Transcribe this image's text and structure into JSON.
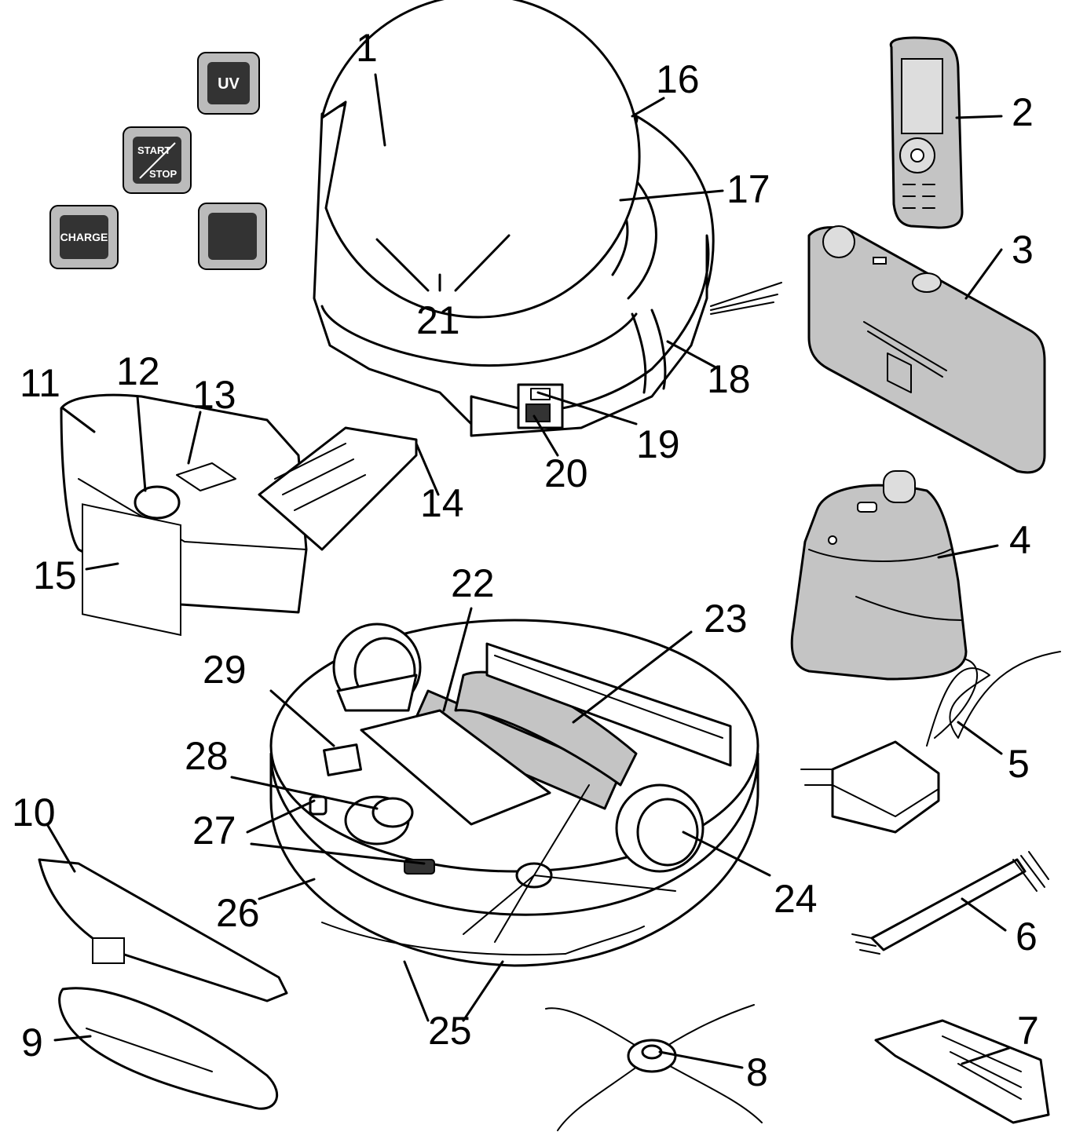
{
  "labels": {
    "l1": "1",
    "l2": "2",
    "l3": "3",
    "l4": "4",
    "l5": "5",
    "l6": "6",
    "l7": "7",
    "l8": "8",
    "l9": "9",
    "l10": "10",
    "l11": "11",
    "l12": "12",
    "l13": "13",
    "l14": "14",
    "l15": "15",
    "l16": "16",
    "l17": "17",
    "l18": "18",
    "l19": "19",
    "l20": "20",
    "l21": "21",
    "l22": "22",
    "l23": "23",
    "l24": "24",
    "l25": "25",
    "l26": "26",
    "l27": "27",
    "l28": "28",
    "l29": "29"
  },
  "buttons": {
    "uv": "UV",
    "start": "START",
    "stop": "STOP",
    "charge": "CHARGE"
  },
  "colors": {
    "line": "#000000",
    "part_grey": "#c4c4c4",
    "button_dark": "#333333"
  }
}
